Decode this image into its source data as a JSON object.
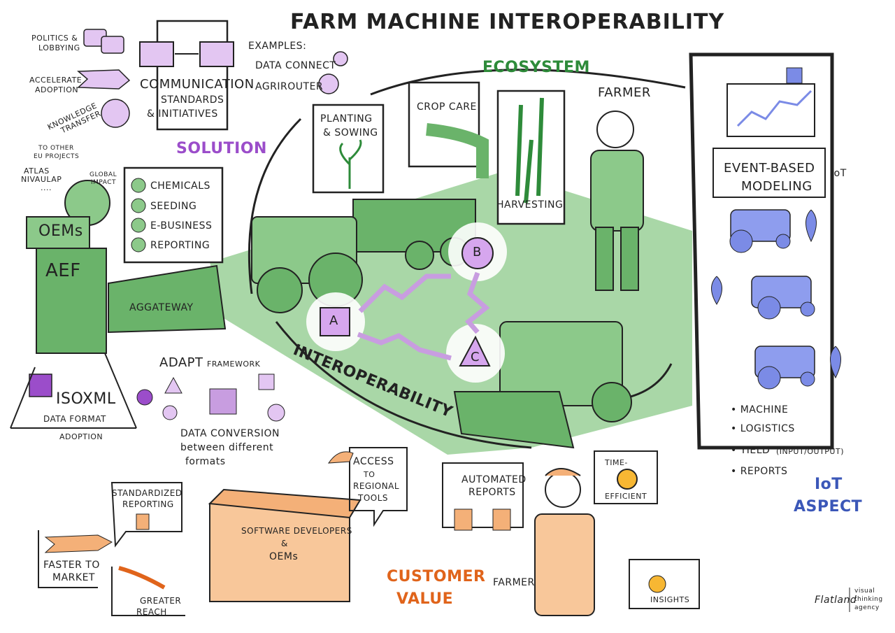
{
  "title": "FARM MACHINE INTEROPERABILITY",
  "sections": {
    "ecosystem": "ECOSYSTEM",
    "solution": "SOLUTION",
    "interoperability": "INTEROPERABILITY",
    "customer_value": [
      "CUSTOMER",
      "VALUE"
    ],
    "iot_aspect": [
      "IoT",
      "ASPECT"
    ]
  },
  "communication": {
    "title": "COMMUNICATION",
    "subtitle": [
      "STANDARDS",
      "& INITIATIVES"
    ],
    "politics": [
      "POLITICS &",
      "LOBBYING"
    ],
    "accelerate": [
      "ACCELERATE",
      "ADOPTION"
    ],
    "knowledge": [
      "KNOWLEDGE",
      "TRANSFER"
    ],
    "eu": [
      "TO OTHER",
      "EU PROJECTS"
    ],
    "atlas": [
      "ATLAS",
      "NIVAULAP",
      "...."
    ],
    "global": [
      "GLOBAL",
      "IMPACT"
    ],
    "examples_label": "EXAMPLES:",
    "examples": [
      "DATA CONNECT",
      "AGRIROUTER"
    ]
  },
  "solution_items": [
    "CHEMICALS",
    "SEEDING",
    "E-BUSINESS",
    "REPORTING"
  ],
  "orgs": {
    "oems": "OEMs",
    "aef": "AEF",
    "aggateway": "AGGATEWAY"
  },
  "isoxml": {
    "name": "ISOXML",
    "format": "DATA FORMAT",
    "adoption": "ADOPTION"
  },
  "adapt": {
    "title": "ADAPT",
    "framework": "FRAMEWORK",
    "conversion": [
      "DATA CONVERSION",
      "between different",
      "formats"
    ]
  },
  "ecosystem_boxes": {
    "planting": [
      "PLANTING",
      "& SOWING"
    ],
    "crop_care": "CROP CARE",
    "harvesting": "HARVESTING",
    "farmer": "FARMER"
  },
  "nodes": [
    "A",
    "B",
    "C"
  ],
  "iot": {
    "event": [
      "EVENT-BASED",
      "MODELING"
    ],
    "iot_label": "IoT",
    "list": [
      "• MACHINE",
      "• LOGISTICS",
      "• YIELD",
      "(INPUT/OUTPUT)",
      "• REPORTS"
    ]
  },
  "customer": {
    "standardized": [
      "STANDARDIZED",
      "REPORTING"
    ],
    "faster": [
      "FASTER TO",
      "MARKET"
    ],
    "reach": [
      "GREATER",
      "REACH"
    ],
    "developers": [
      "SOFTWARE DEVELOPERS",
      "&",
      "OEMs"
    ],
    "access": [
      "ACCESS",
      "TO",
      "REGIONAL",
      "TOOLS"
    ],
    "automated": [
      "AUTOMATED",
      "REPORTS"
    ],
    "time": [
      "TIME-",
      "EFFICIENT"
    ],
    "farmer": "FARMER",
    "insights": "INSIGHTS"
  },
  "brand": {
    "name": "Flatland",
    "tag": [
      "visual",
      "thinking",
      "agency"
    ]
  },
  "colors": {
    "green": "#2e8b3a",
    "field": "#8cc98a",
    "purple": "#9b4dca",
    "lilac": "#e3c6f2",
    "orange": "#e0641b",
    "blue": "#3b57b8",
    "iotblue": "#7b8be6"
  }
}
